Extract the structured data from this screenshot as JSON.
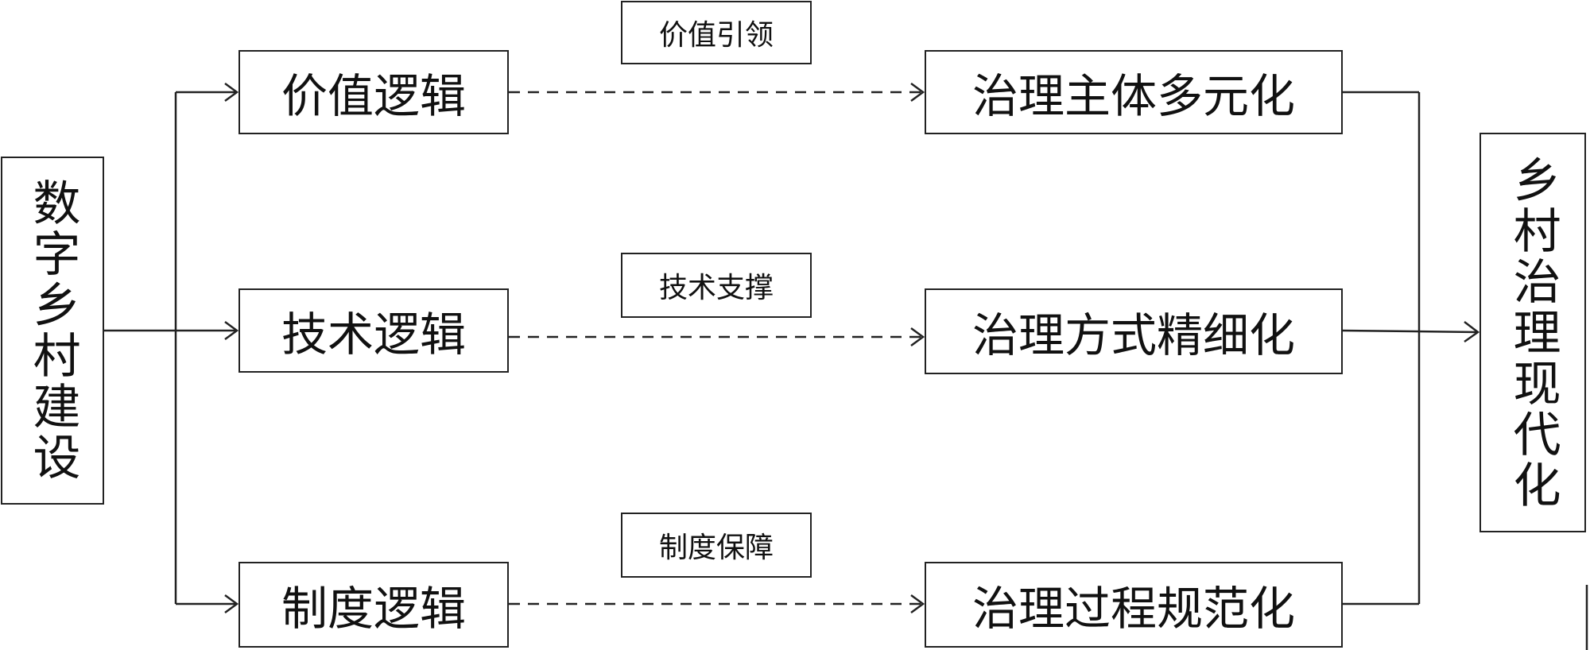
{
  "source": {
    "label": "数字乡村建设"
  },
  "target": {
    "label": "乡村治理现代化"
  },
  "logics": [
    {
      "label": "价值逻辑"
    },
    {
      "label": "技术逻辑"
    },
    {
      "label": "制度逻辑"
    }
  ],
  "connectors": [
    {
      "label": "价值引领"
    },
    {
      "label": "技术支撑"
    },
    {
      "label": "制度保障"
    }
  ],
  "outcomes": [
    {
      "label": "治理主体多元化"
    },
    {
      "label": "治理方式精细化"
    },
    {
      "label": "治理过程规范化"
    }
  ]
}
